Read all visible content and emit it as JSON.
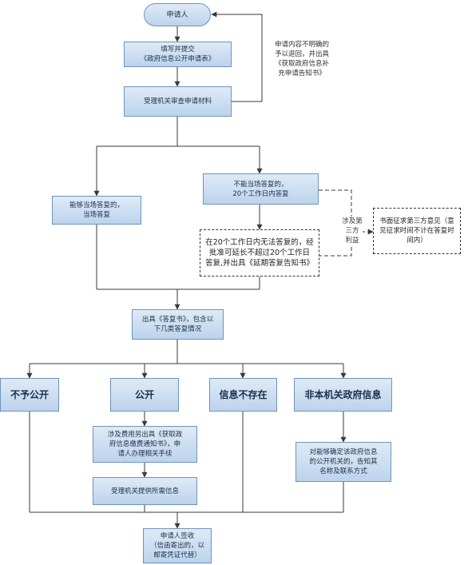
{
  "nodes": {
    "applicant": "申请人",
    "fill_submit": "填写并提交\n《政府信息公开申请表》",
    "review": "受理机关审查申请材料",
    "immediate": "能够当场答复的，\n当场答复",
    "not_immediate": "不能当场答复的，\n20个工作日内答复",
    "extension": "在20个工作日内无法答复的，经\n批准可延长不超过20个工作日\n答复,并出具《延期答复告知书》",
    "third_party_note": "涉及第\n三方\n利益",
    "third_party_box": "书面征求第三方意见（意\n见征求时间不计在答复时\n间内）",
    "reply_doc": "出具《答复书》，包含以\n下几类答复情况",
    "no_disclose": "不予公开",
    "disclose": "公开",
    "not_exist": "信息不存在",
    "not_this_org": "非本机关政府信息",
    "fee": "涉及费用另出具《获取政\n府信息缴费通知书》，申\n请人办理相关手续",
    "provide": "受理机关提供所需信息",
    "inform_org": "对能够确定该政府信息\n的公开机关的，告知其\n名称及联系方式",
    "receive": "申请人签收\n（信函寄出的，以\n邮寄凭证代替）",
    "unclear_note": "申请内容不明确的\n予以退回，并出具\n《获取政府信息补\n充申请告知书》"
  },
  "colors": {
    "box_fill_top": "#dfeaf6",
    "box_fill_bottom": "#bcd3ec",
    "box_border": "#6f93bf",
    "line": "#3a3a3a"
  }
}
